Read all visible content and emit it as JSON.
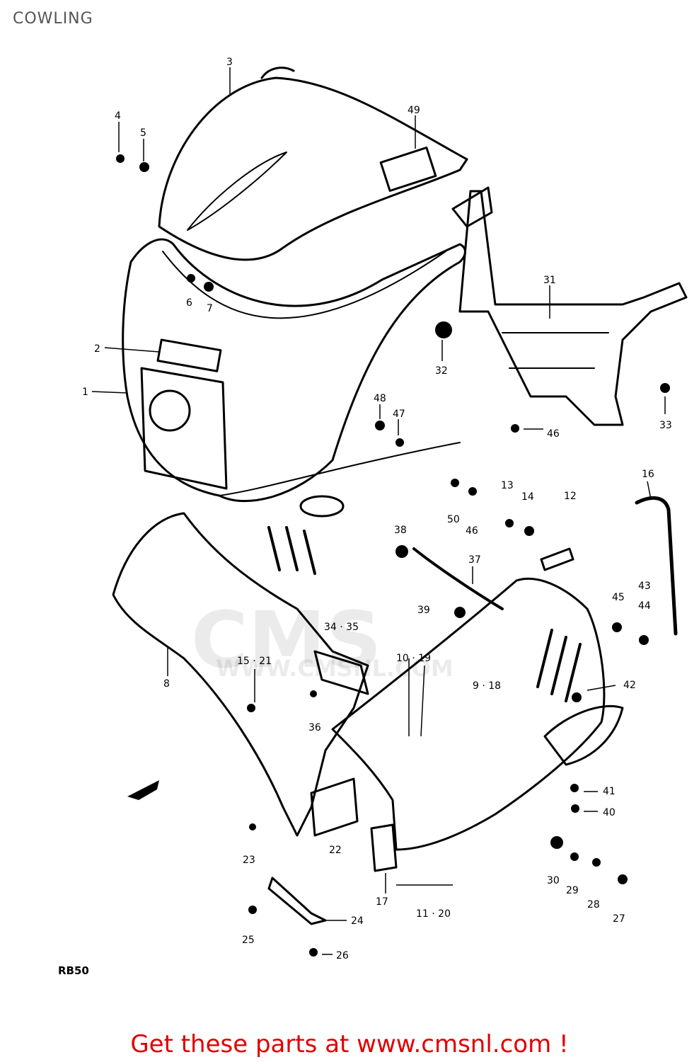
{
  "header": {
    "title": "COWLING"
  },
  "footer": {
    "link_text": "Get these parts at www.cmsnl.com !"
  },
  "ref_code": "RB50",
  "watermark": {
    "brand": "CMS",
    "url": "WWW.CMSNL.COM"
  },
  "labels": {
    "l1": "1",
    "l2": "2",
    "l3": "3",
    "l4": "4",
    "l5": "5",
    "l6": "6",
    "l7": "7",
    "l8": "8",
    "l12": "12",
    "l13": "13",
    "l14": "14",
    "l15_21": "15 · 21",
    "l16": "16",
    "l17": "17",
    "l9_18": "9 · 18",
    "l10_19": "10 · 19",
    "l11_20": "11 · 20",
    "l22": "22",
    "l23": "23",
    "l24": "24",
    "l25": "25",
    "l26": "26",
    "l27": "27",
    "l28": "28",
    "l29": "29",
    "l30": "30",
    "l31": "31",
    "l32": "32",
    "l33": "33",
    "l34_35": "34 · 35",
    "l36": "36",
    "l37": "37",
    "l38": "38",
    "l39": "39",
    "l40": "40",
    "l41": "41",
    "l42": "42",
    "l43": "43",
    "l44": "44",
    "l45": "45",
    "l46a": "46",
    "l46b": "46",
    "l47": "47",
    "l48": "48",
    "l49": "49",
    "l50": "50"
  }
}
